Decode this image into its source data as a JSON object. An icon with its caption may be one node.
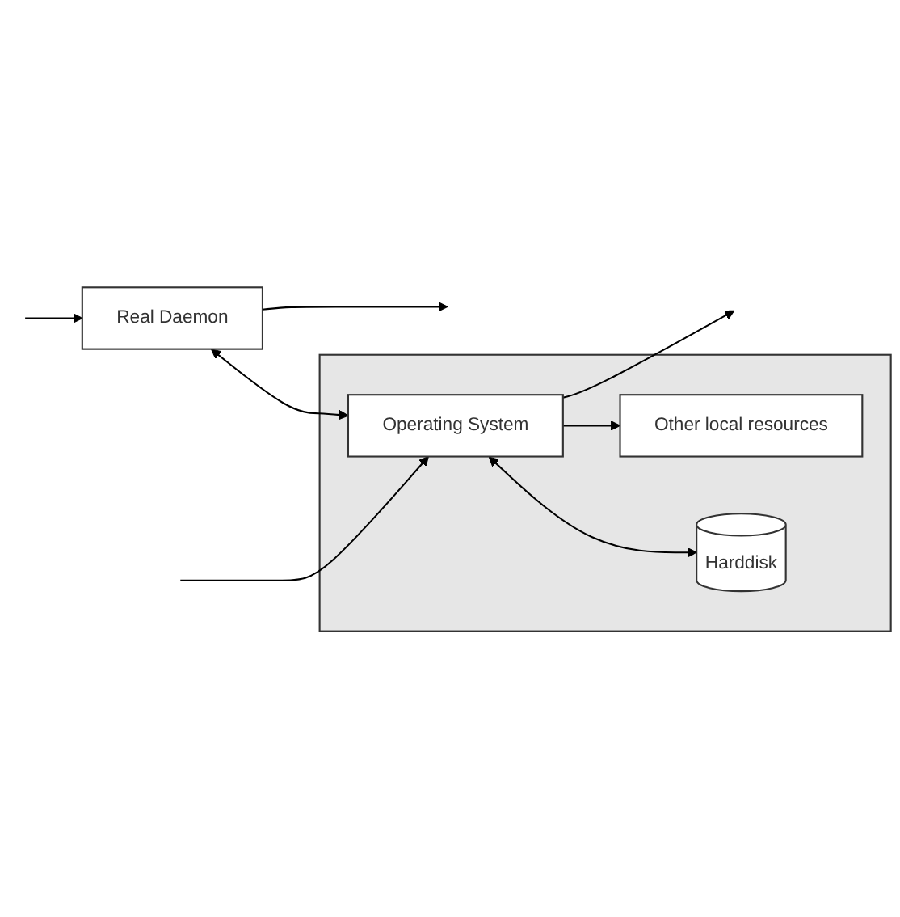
{
  "diagram": {
    "nodes": [
      {
        "text": [],
        "shape": "box"
      },
      {
        "text": [
          "Real Daemon"
        ]
      },
      {
        "text": [
          "Operating System"
        ],
        "in": 0
      },
      {
        "text": [
          "Harddisk"
        ],
        "in": 0
      },
      {
        "text": [
          "Other local resources"
        ],
        "in": 0
      }
    ],
    "edges": [
      {
        "from": null,
        "to": 1,
        "arrow": "to"
      },
      {
        "from": 1,
        "to": null,
        "arrow": "to"
      },
      {
        "from": 1,
        "to": 2,
        "arrow": "both"
      },
      {
        "from": 2,
        "to": null,
        "arrow": "to"
      },
      {
        "from": null,
        "to": 2,
        "arrow": "to"
      },
      {
        "from": 2,
        "to": 4,
        "arrow": "to"
      },
      {
        "from": 2,
        "to": 3,
        "arrow": "both"
      }
    ]
  }
}
